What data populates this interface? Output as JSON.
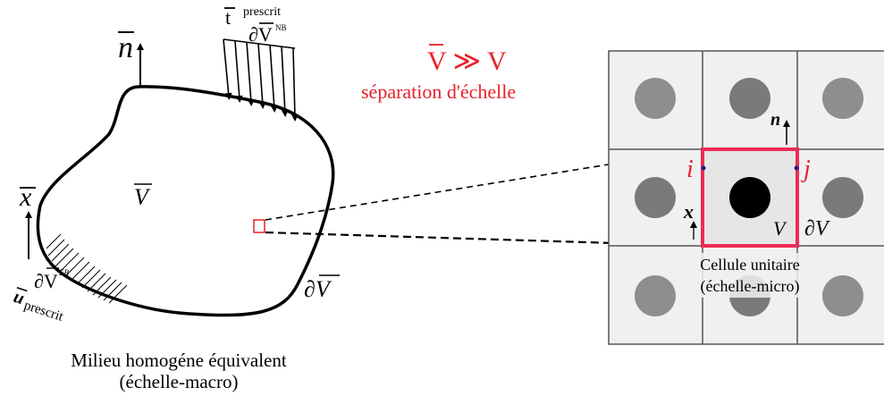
{
  "macro": {
    "normal_label": "n",
    "traction_label": "t",
    "traction_sup": "prescrit",
    "traction_boundary": "∂V",
    "traction_boundary_sup": "NB",
    "volume_label": "V",
    "position_label": "x",
    "boundary_label": "∂V",
    "dirichlet_boundary": "∂V",
    "dirichlet_boundary_sup": "EB",
    "displacement_label": "u",
    "displacement_sub": "prescrit",
    "caption_line1": "Milieu homogéne équivalent",
    "caption_line2": "(échelle-macro)"
  },
  "separation": {
    "relation": "V ≫ V",
    "text": "séparation d'échelle"
  },
  "micro": {
    "normal_label": "n",
    "node_i": "i",
    "node_j": "j",
    "position_label": "x",
    "volume_label": "V",
    "boundary_label": "∂V",
    "caption_line1": "Cellule unitaire",
    "caption_line2": "(échelle-micro)"
  },
  "colors": {
    "accent_red": "#e8202a",
    "cell_border": "#ee2a55",
    "grid_line": "#555555",
    "cell_fill": "#f0f0f0",
    "center_cell_fill": "#e6e6e6",
    "inclusion_dark": "#7a7a7a",
    "inclusion_light": "#8e8e8e",
    "inclusion_center": "#000000"
  }
}
